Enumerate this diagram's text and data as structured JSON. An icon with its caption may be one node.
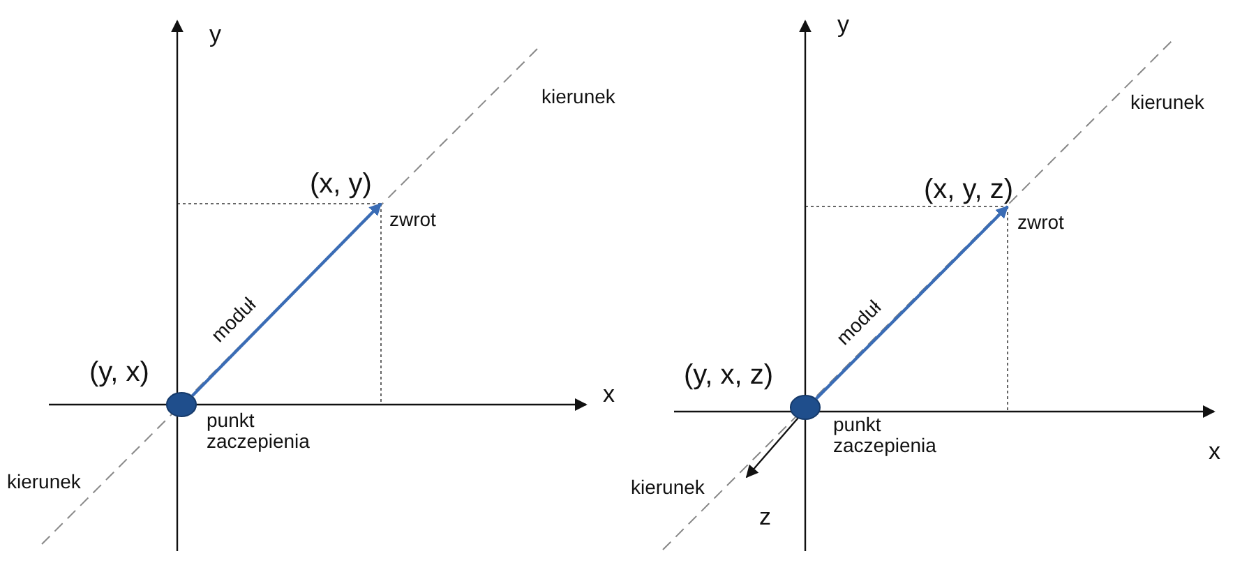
{
  "diagram": {
    "nodes": [
      {
        "text": [],
        "shape": "circle"
      },
      {
        "text": [
          "(x, y)"
        ]
      },
      {
        "text": [],
        "shape": "circle"
      },
      {
        "text": [
          "(x, y, z)"
        ]
      }
    ],
    "edges": [
      {
        "from": 0,
        "to": 1,
        "arrow": "to",
        "label": "moduł"
      },
      {
        "from": 2,
        "to": 3,
        "arrow": "to",
        "label": "moduł"
      }
    ],
    "labels": [
      "y",
      "kierunek",
      "zwrot",
      "(y, x)",
      "x",
      "punkt zaczepienia",
      "kierunek",
      "y",
      "kierunek",
      "zwrot",
      "(y, x, z)",
      "x",
      "punkt zaczepienia",
      "kierunek",
      "z"
    ]
  }
}
